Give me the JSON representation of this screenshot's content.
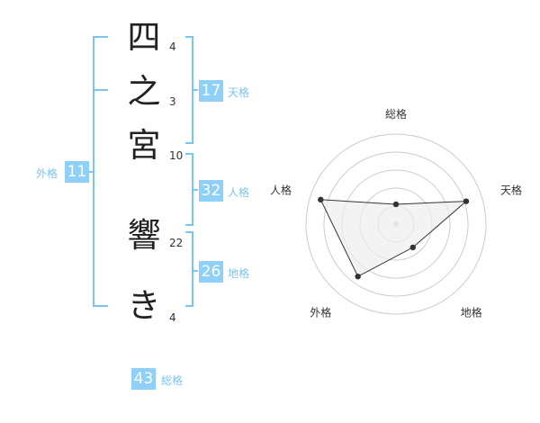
{
  "name": {
    "characters": [
      {
        "char": "四",
        "strokes": "4"
      },
      {
        "char": "之",
        "strokes": "3"
      },
      {
        "char": "宮",
        "strokes": "10"
      },
      {
        "char": "響",
        "strokes": "22"
      },
      {
        "char": "き",
        "strokes": "4"
      }
    ]
  },
  "kakusu": {
    "tenkaku": {
      "value": "17",
      "label": "天格"
    },
    "jinkaku": {
      "value": "32",
      "label": "人格"
    },
    "chikaku": {
      "value": "26",
      "label": "地格"
    },
    "gaikaku": {
      "value": "11",
      "label": "外格"
    },
    "soukaku": {
      "value": "43",
      "label": "総格"
    }
  },
  "radar": {
    "axes": [
      "総格",
      "天格",
      "地格",
      "外格",
      "人格"
    ],
    "values": [
      0.22,
      0.82,
      0.32,
      0.72,
      0.88
    ],
    "colors": {
      "line": "#333333",
      "fill": "#eeeeee",
      "ring": "#cccccc",
      "point": "#333333"
    }
  },
  "colors": {
    "accent": "#8ed0f8",
    "bracket": "#7cc4f2"
  }
}
